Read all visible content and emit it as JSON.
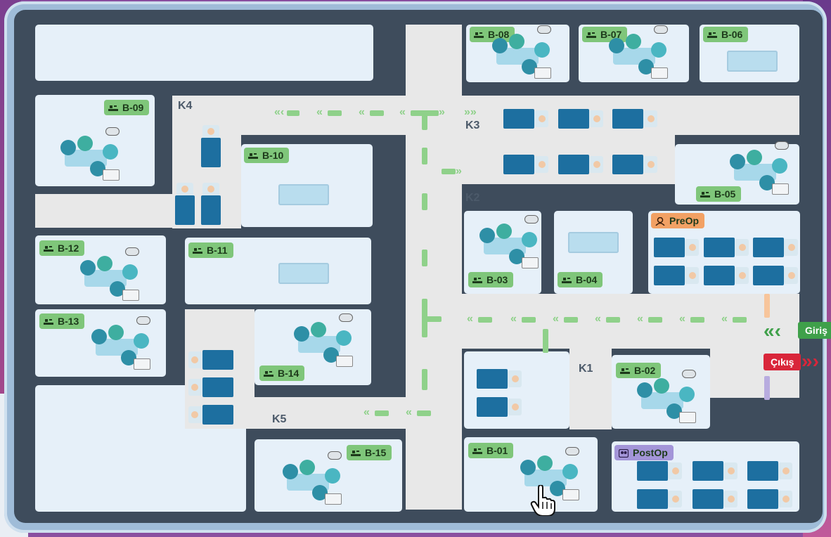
{
  "rooms": {
    "B08": "B-08",
    "B07": "B-07",
    "B06": "B-06",
    "B09": "B-09",
    "B10": "B-10",
    "B05": "B-05",
    "B12": "B-12",
    "B11": "B-11",
    "B03": "B-03",
    "B04": "B-04",
    "B13": "B-13",
    "B14": "B-14",
    "B02": "B-02",
    "B15": "B-15",
    "B01": "B-01"
  },
  "corridors": {
    "K1": "K1",
    "K2": "K2",
    "K3": "K3",
    "K4": "K4",
    "K5": "K5"
  },
  "zones": {
    "preop": "PreOp",
    "postop": "PostOp"
  },
  "exits": {
    "giris": "Giriş",
    "cikis": "Çıkış"
  },
  "icons": {
    "room": "surgery-table-icon",
    "preop": "nurse-icon",
    "postop": "patients-icon",
    "cursor": "hand-pointer-icon"
  },
  "colors": {
    "room_label": "#7fc67a",
    "preop": "#f2a164",
    "postop": "#a395d8",
    "giris": "#3fa04a",
    "cikis": "#d9263a",
    "route": "#8fd18a"
  }
}
